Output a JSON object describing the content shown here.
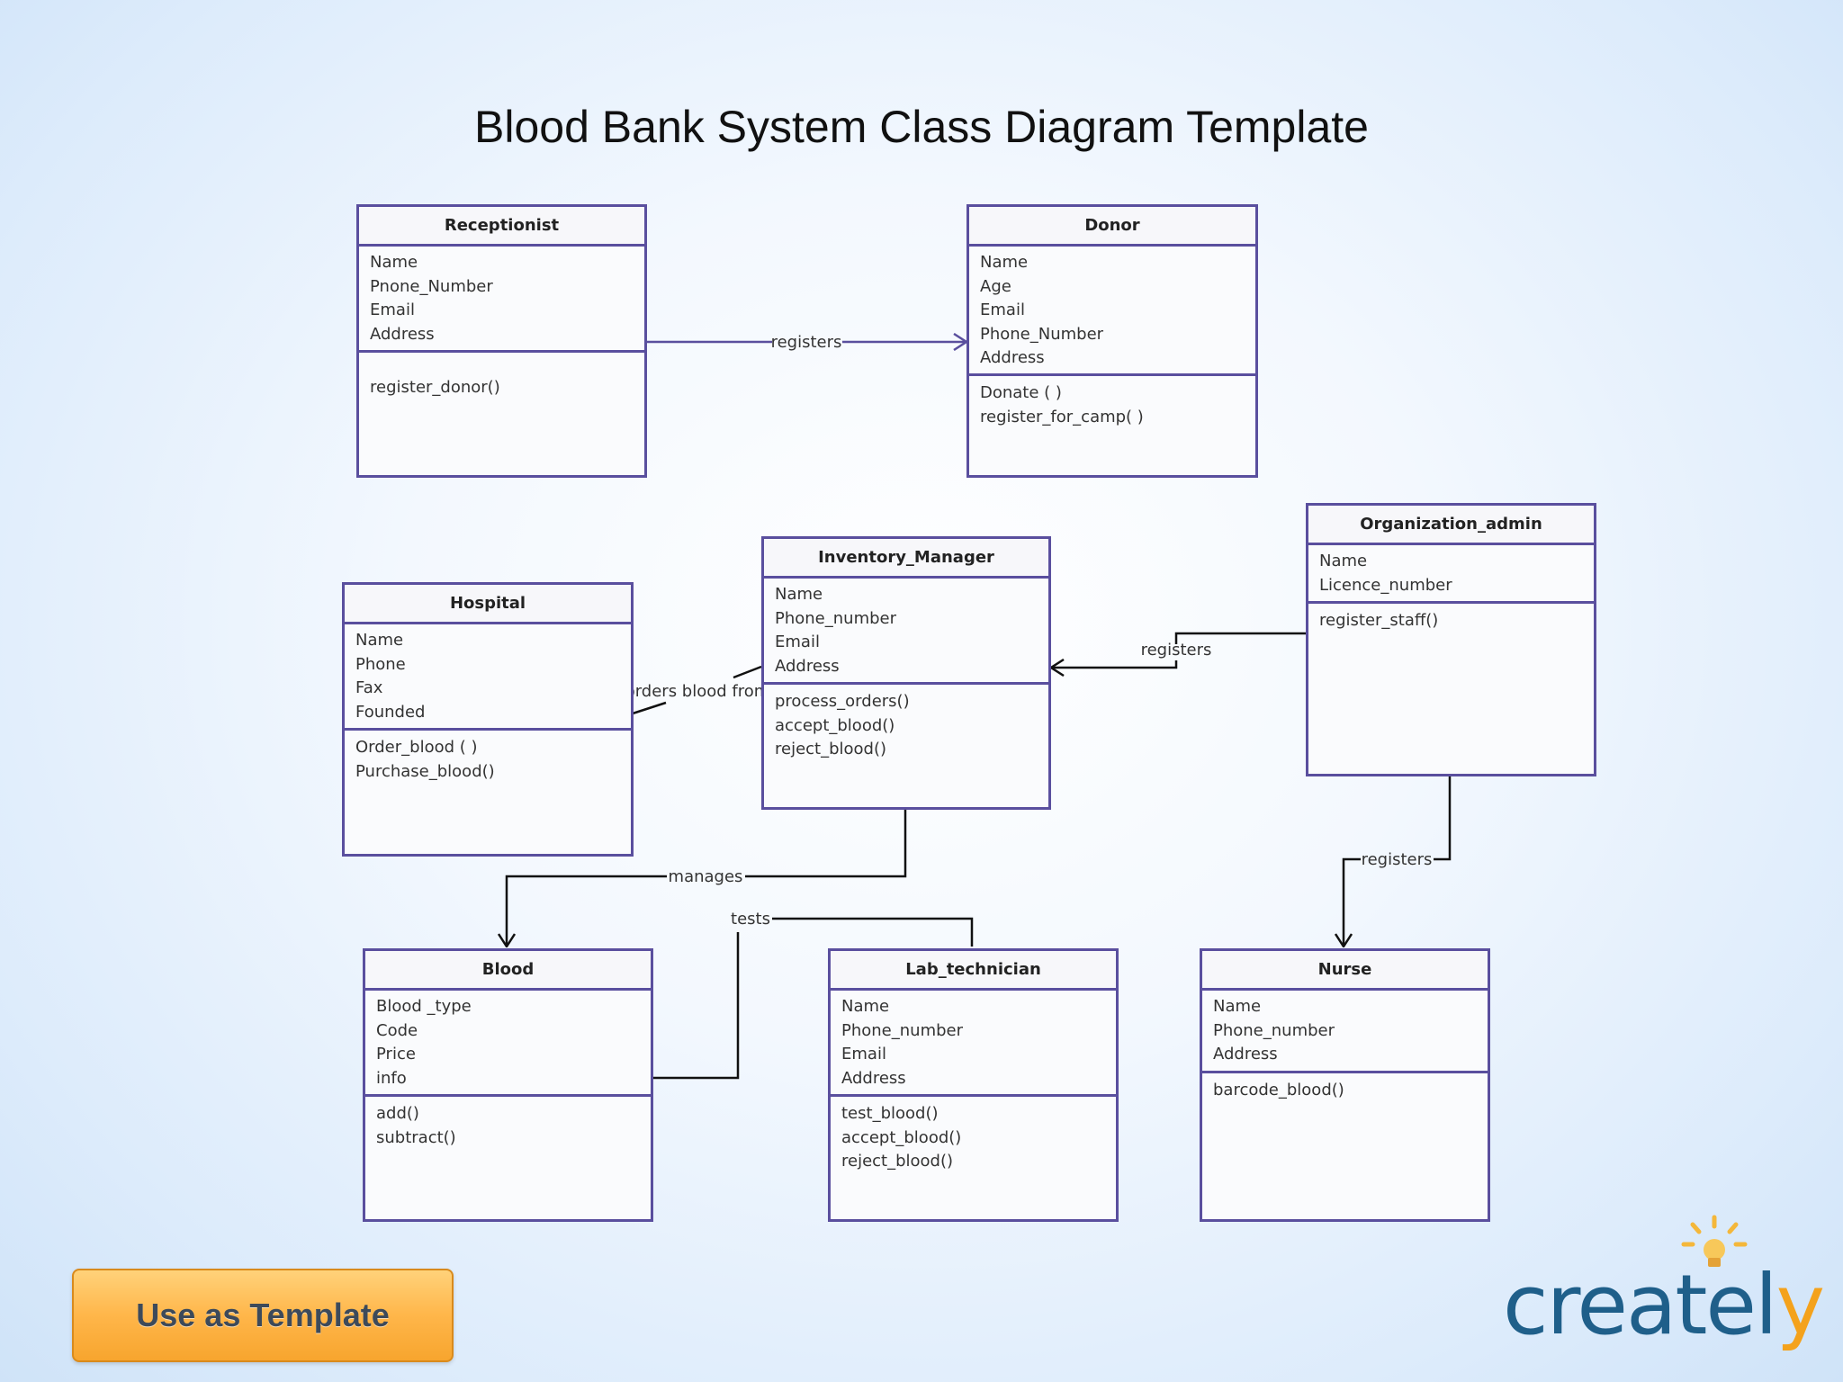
{
  "title": "Blood Bank System Class Diagram Template",
  "classes": {
    "receptionist": {
      "name": "Receptionist",
      "attributes": [
        "Name",
        "Pnone_Number",
        "Email",
        "Address"
      ],
      "operations": [
        "register_donor()"
      ]
    },
    "donor": {
      "name": "Donor",
      "attributes": [
        "Name",
        "Age",
        "Email",
        "Phone_Number",
        "Address"
      ],
      "operations": [
        "Donate ( )",
        "register_for_camp( )"
      ]
    },
    "hospital": {
      "name": "Hospital",
      "attributes": [
        "Name",
        "Phone",
        "Fax",
        "Founded"
      ],
      "operations": [
        "Order_blood ( )",
        "Purchase_blood()"
      ]
    },
    "inventory_manager": {
      "name": "Inventory_Manager",
      "attributes": [
        "Name",
        "Phone_number",
        "Email",
        "Address"
      ],
      "operations": [
        "process_orders()",
        "accept_blood()",
        "reject_blood()"
      ]
    },
    "organization_admin": {
      "name": "Organization_admin",
      "attributes": [
        "Name",
        "Licence_number"
      ],
      "operations": [
        "register_staff()"
      ]
    },
    "blood": {
      "name": "Blood",
      "attributes": [
        "Blood _type",
        "Code",
        "Price",
        "info"
      ],
      "operations": [
        "add()",
        "subtract()"
      ]
    },
    "lab_technician": {
      "name": "Lab_technician",
      "attributes": [
        "Name",
        "Phone_number",
        "Email",
        "Address"
      ],
      "operations": [
        "test_blood()",
        "accept_blood()",
        "reject_blood()"
      ]
    },
    "nurse": {
      "name": "Nurse",
      "attributes": [
        "Name",
        "Phone_number",
        "Address"
      ],
      "operations": [
        "barcode_blood()"
      ]
    }
  },
  "relations": {
    "receptionist_donor": "registers",
    "hospital_inventory": "orders blood from",
    "admin_inventory": "registers",
    "inventory_blood": "manages",
    "lab_blood": "tests",
    "admin_nurse": "registers"
  },
  "button": {
    "label": "Use as Template"
  },
  "logo": {
    "text": "createl",
    "accent": "y"
  },
  "colors": {
    "class_border": "#5a4f9e",
    "line": "#111111",
    "logo_blue": "#1f5f8a",
    "logo_orange": "#f4a21c",
    "button": "#ffb64a"
  }
}
